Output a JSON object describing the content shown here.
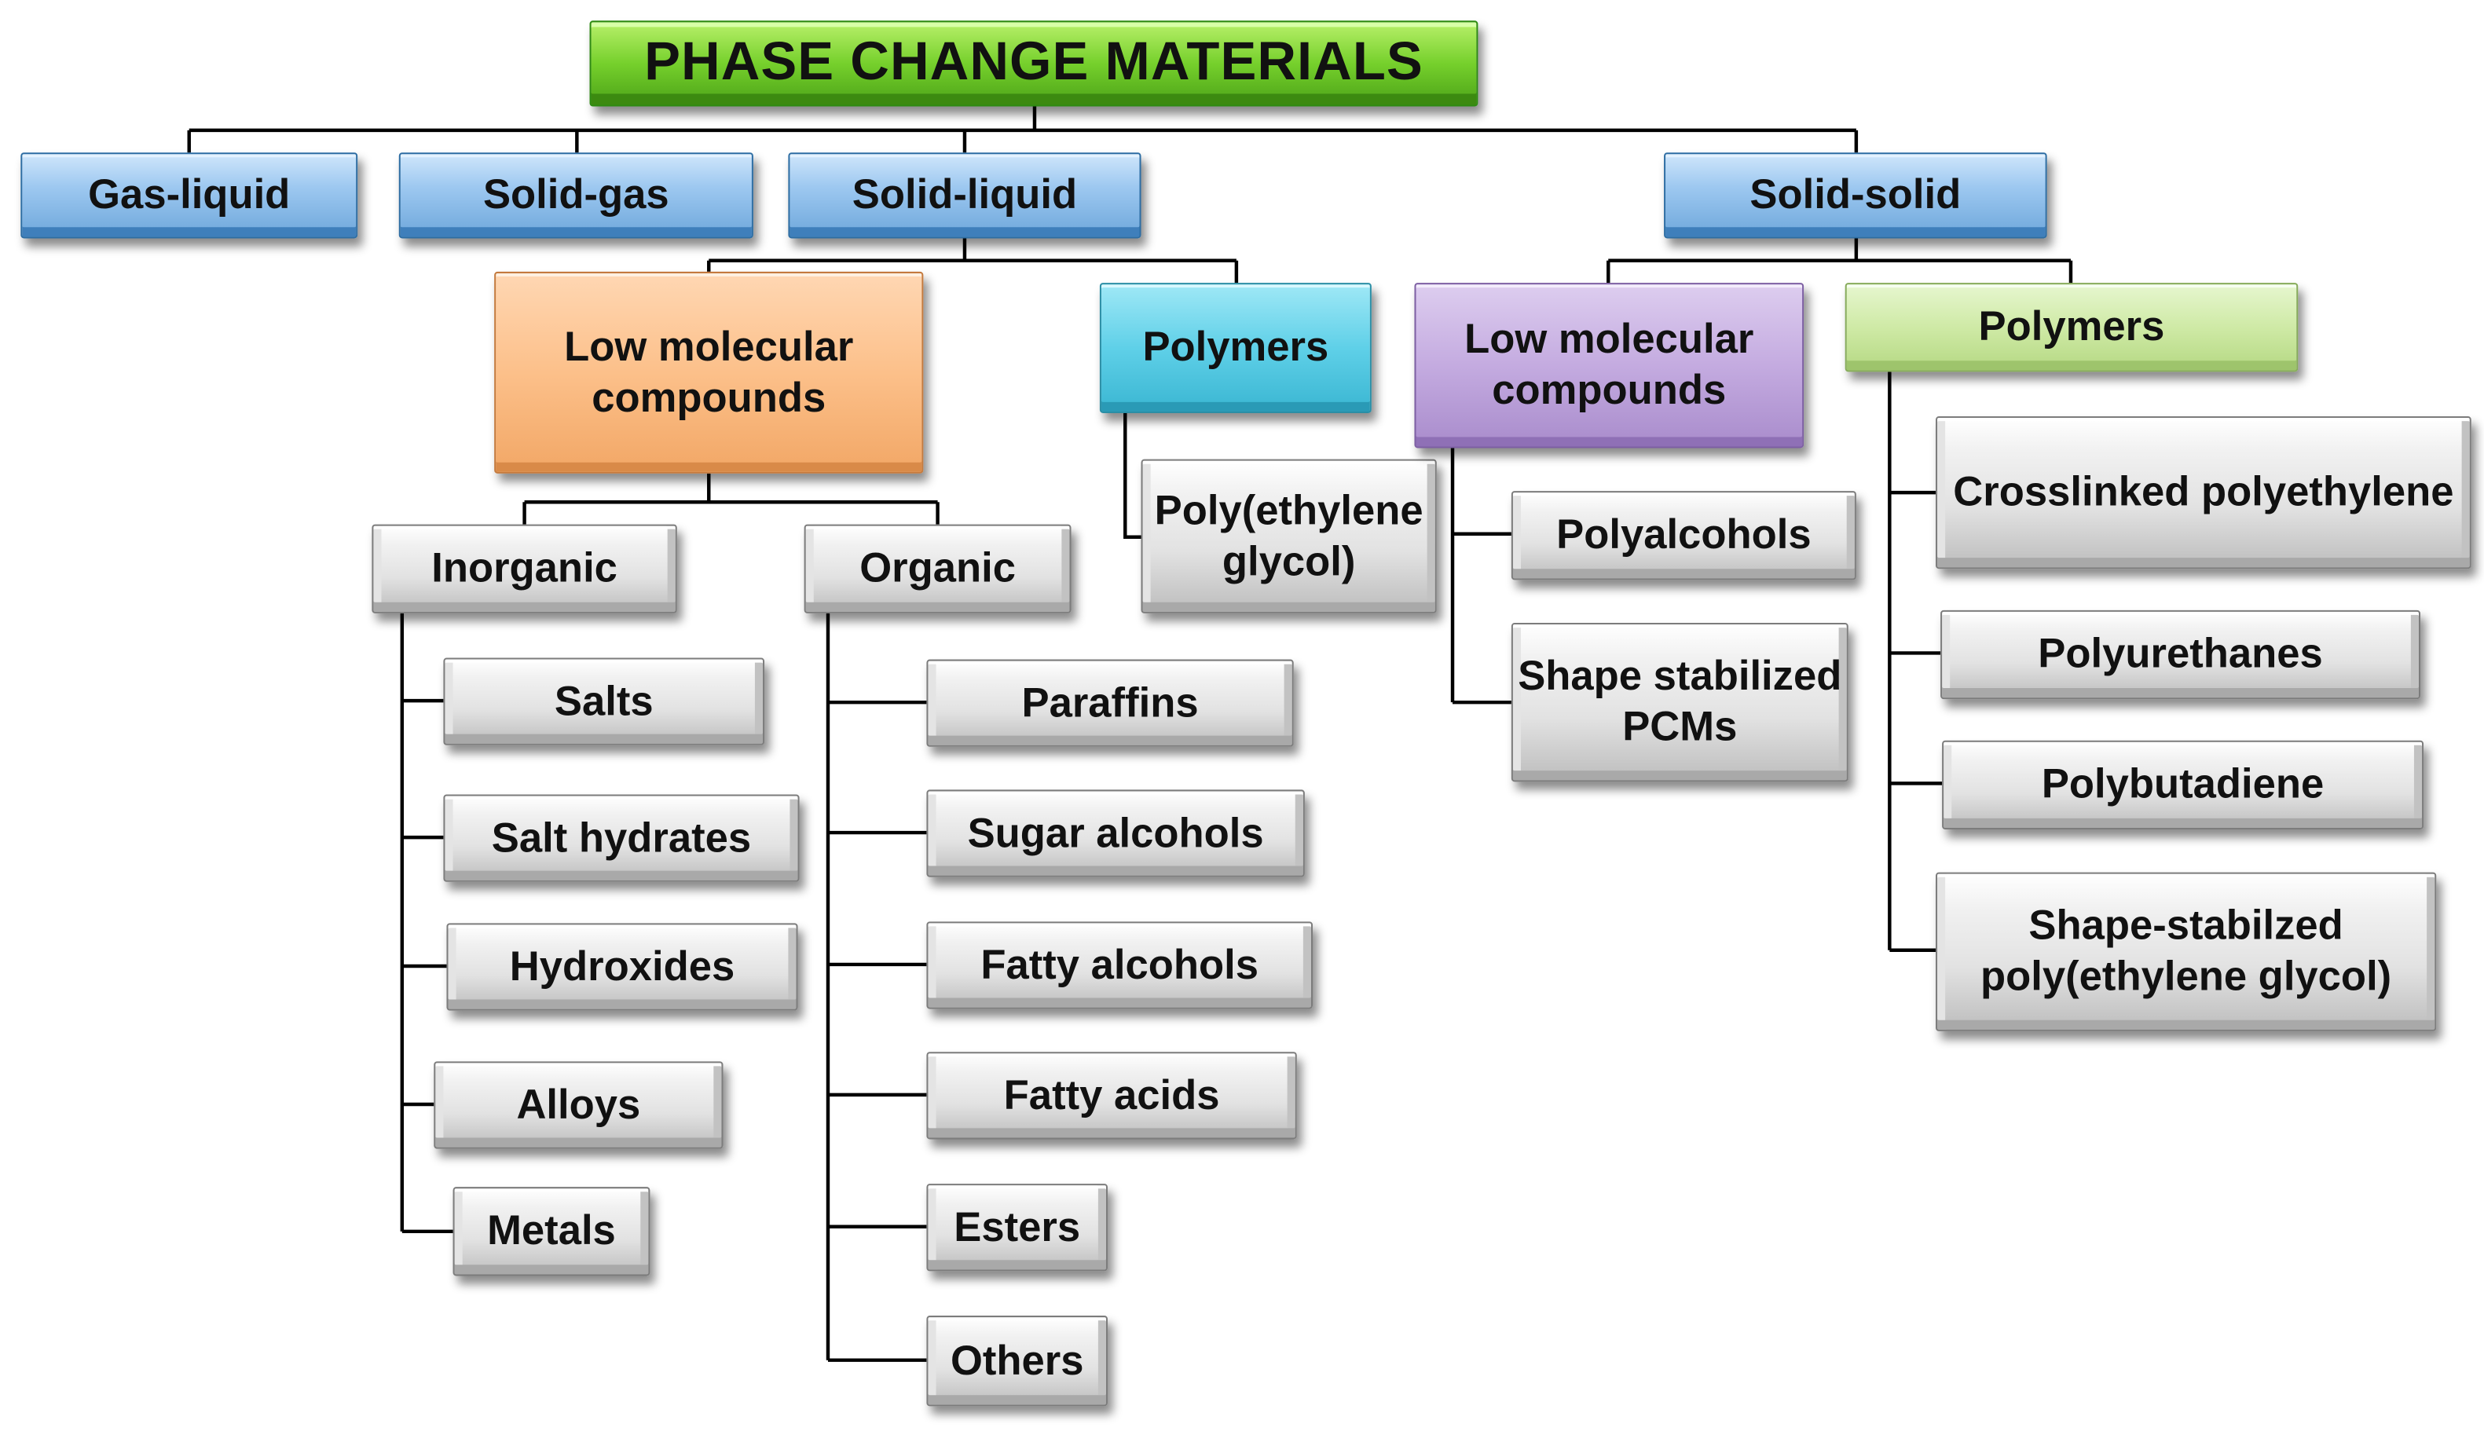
{
  "title": "PHASE CHANGE MATERIALS",
  "categories": {
    "gas_liquid": "Gas-liquid",
    "solid_gas": "Solid-gas",
    "solid_liquid": "Solid-liquid",
    "solid_solid": "Solid-solid"
  },
  "solid_liquid": {
    "low_molecular": "Low molecular\ncompounds",
    "polymers": "Polymers",
    "poly_ethylene_glycol": "Poly(ethylene\nglycol)",
    "inorganic": {
      "label": "Inorganic",
      "items": [
        "Salts",
        "Salt hydrates",
        "Hydroxides",
        "Alloys",
        "Metals"
      ]
    },
    "organic": {
      "label": "Organic",
      "items": [
        "Paraffins",
        "Sugar alcohols",
        "Fatty alcohols",
        "Fatty acids",
        "Esters",
        "Others"
      ]
    }
  },
  "solid_solid": {
    "low_molecular": {
      "label": "Low molecular\ncompounds",
      "items": [
        "Polyalcohols",
        "Shape stabilized\nPCMs"
      ]
    },
    "polymers": {
      "label": "Polymers",
      "items": [
        "Crosslinked polyethylene",
        "Polyurethanes",
        "Polybutadiene",
        "Shape-stabilzed\npoly(ethylene glycol)"
      ]
    }
  },
  "colors": {
    "title": "#76d02c",
    "category": "#9dc8f0",
    "low_molecular_solid_liquid": "#fcc08a",
    "polymers_solid_liquid": "#5fd0e8",
    "low_molecular_solid_solid": "#c4abe0",
    "polymers_solid_solid": "#cfeaa6",
    "leaf": "#e2e2e2",
    "connector": "#000000"
  }
}
